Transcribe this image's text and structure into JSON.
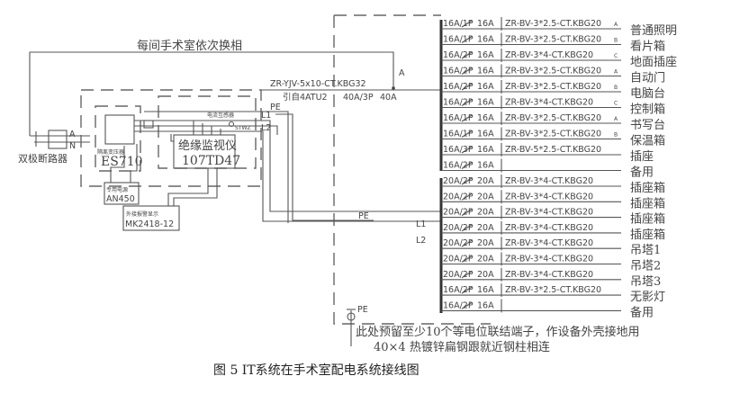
{
  "caption": "图 5  IT系统在手术室配电系统接线图",
  "top_label": "每间手术室依次换相",
  "breaker": {
    "label": "双极断路器",
    "terminal_a": "A",
    "terminal_n": "N"
  },
  "transformer": {
    "label": "隔离变压器",
    "model": "ES710"
  },
  "monitor": {
    "label": "绝缘监视仪",
    "model": "107TD47"
  },
  "power_supply": {
    "label": "专用电源",
    "model": "AN450"
  },
  "alarm": {
    "label": "外接报警显示",
    "model": "MK2418-12"
  },
  "current_transformer": {
    "label": "电流互感器",
    "model": "STWZ"
  },
  "feeder": {
    "cable": "ZR-YJV-5x10-CT.KBG32",
    "source": "引自4ATU2",
    "main_breaker": "40A/3P",
    "main_rating": "40A",
    "phase": "A"
  },
  "conductors": {
    "pe": "PE",
    "l1": "L1",
    "l2": "L2"
  },
  "ground": {
    "label": "PE"
  },
  "notes": [
    "此处预留至少10个等电位联结端子，作设备外壳接地用",
    "40×4 热镀锌扁钢跟就近钢柱相连"
  ],
  "circuits_upper": [
    {
      "breaker": "16A/1P",
      "rating": "16A",
      "cable": "ZR-BV-3*2.5-CT.KBG20",
      "phase": "A",
      "load": "普通照明"
    },
    {
      "breaker": "16A/1P",
      "rating": "16A",
      "cable": "ZR-BV-3*2.5-CT.KBG20",
      "phase": "B",
      "load": "看片箱"
    },
    {
      "breaker": "16A/2P",
      "rating": "16A",
      "cable": "ZR-BV-3*4-CT.KBG20",
      "phase": "C",
      "load": "地面插座"
    },
    {
      "breaker": "16A/2P",
      "rating": "16A",
      "cable": "ZR-BV-3*2.5-CT.KBG20",
      "phase": "A",
      "load": "自动门"
    },
    {
      "breaker": "16A/2P",
      "rating": "16A",
      "cable": "ZR-BV-3*2.5-CT.KBG20",
      "phase": "B",
      "load": "电脑台"
    },
    {
      "breaker": "16A/2P",
      "rating": "16A",
      "cable": "ZR-BV-3*4-CT.KBG20",
      "phase": "C",
      "load": "控制箱"
    },
    {
      "breaker": "16A/1P",
      "rating": "16A",
      "cable": "ZR-BV-3*2.5-CT.KBG20",
      "phase": "A",
      "load": "书写台"
    },
    {
      "breaker": "16A/1P",
      "rating": "16A",
      "cable": "ZR-BV-3*2.5-CT.KBG20",
      "phase": "B",
      "load": "保温箱"
    },
    {
      "breaker": "16A/3P",
      "rating": "16A",
      "cable": "ZR-BV-5*2.5-CT.KBG20",
      "phase": "",
      "load": "插座"
    },
    {
      "breaker": "16A/2P",
      "rating": "16A",
      "cable": "",
      "phase": "",
      "load": "备用"
    }
  ],
  "circuits_lower": [
    {
      "breaker": "20A/2P",
      "rating": "20A",
      "cable": "ZR-BV-3*4-CT.KBG20",
      "load": "插座箱"
    },
    {
      "breaker": "20A/2P",
      "rating": "20A",
      "cable": "ZR-BV-3*4-CT.KBG20",
      "load": "插座箱"
    },
    {
      "breaker": "20A/2P",
      "rating": "20A",
      "cable": "ZR-BV-3*4-CT.KBG20",
      "load": "插座箱"
    },
    {
      "breaker": "20A/2P",
      "rating": "20A",
      "cable": "ZR-BV-3*4-CT.KBG20",
      "load": "插座箱"
    },
    {
      "breaker": "20A/2P",
      "rating": "20A",
      "cable": "ZR-BV-3*4-CT.KBG20",
      "load": "吊塔1"
    },
    {
      "breaker": "20A/2P",
      "rating": "20A",
      "cable": "ZR-BV-3*4-CT.KBG20",
      "load": "吊塔2"
    },
    {
      "breaker": "20A/2P",
      "rating": "20A",
      "cable": "ZR-BV-3*4-CT.KBG20",
      "load": "吊塔3"
    },
    {
      "breaker": "16A/2P",
      "rating": "16A",
      "cable": "ZR-BV-3*2.5-CT.KBG20",
      "load": "无影灯"
    },
    {
      "breaker": "16A/2P",
      "rating": "16A",
      "cable": "",
      "load": "备用"
    }
  ]
}
